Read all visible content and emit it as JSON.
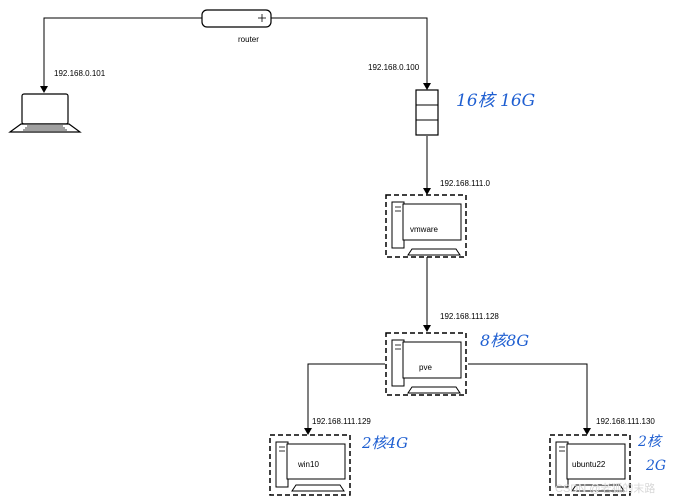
{
  "nodes": {
    "router": {
      "label": "router"
    },
    "laptop": {
      "ip": "192.168.0.101"
    },
    "server": {
      "ip": "192.168.0.100",
      "note": "16核 16G"
    },
    "vmware": {
      "label": "vmware",
      "ip": "192.168.111.0"
    },
    "pve": {
      "label": "pve",
      "ip": "192.168.111.128",
      "note": "8核8G"
    },
    "win10": {
      "label": "win10",
      "ip": "192.168.111.129",
      "note": "2核4G"
    },
    "ubuntu22": {
      "label": "ubuntu22",
      "ip": "192.168.111.130",
      "note_line1": "2核",
      "note_line2": "2G"
    }
  },
  "watermark": "CSDN @老狐的末路",
  "colors": {
    "line": "#000000",
    "handwriting": "#1f5fd1"
  }
}
